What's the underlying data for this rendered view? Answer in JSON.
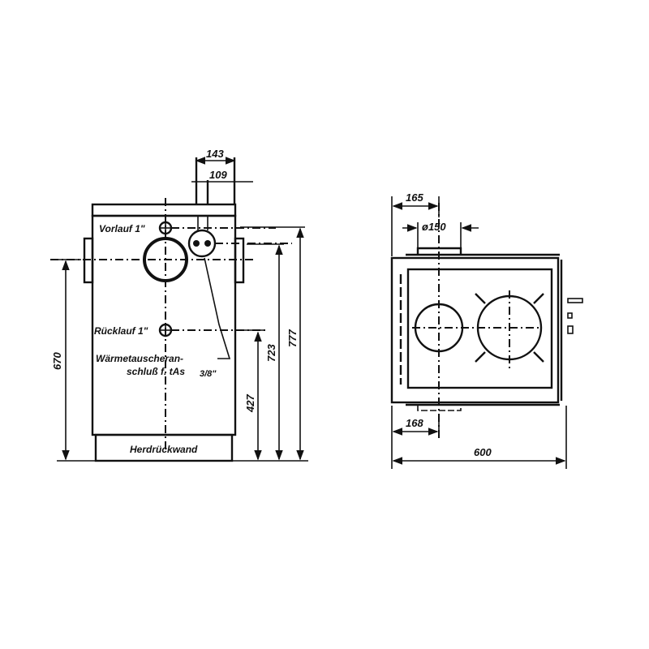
{
  "side_view": {
    "labels": {
      "vorlauf": "Vorlauf 1\"",
      "ruecklauf": "Rücklauf 1\"",
      "waermetauscher_line1": "Wärmetauscheran-",
      "waermetauscher_line2": "schluß f. tAs",
      "waermetauscher_fraction": "3/8\"",
      "herdrueckwand": "Herdrückwand"
    },
    "dimensions": {
      "width_top_outer": "143",
      "width_top_inner": "109",
      "height_left": "670",
      "height_427": "427",
      "height_723": "723",
      "height_777": "777"
    }
  },
  "top_view": {
    "dimensions": {
      "offset_top": "165",
      "flue_diameter": "ø150",
      "offset_bottom": "168",
      "total_width": "600"
    }
  }
}
